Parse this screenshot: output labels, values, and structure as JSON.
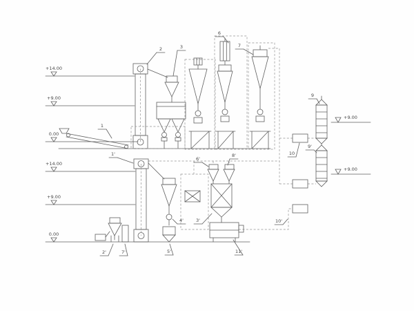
{
  "elevations": {
    "lt14": "+14.00",
    "lt9": "+9.00",
    "lt0": "0.00",
    "lb14": "+14.00",
    "lb9": "+9.00",
    "lb0": "0.00",
    "r_up": "+9.00",
    "r_dn": "+9.00"
  },
  "labels": {
    "n1": "1",
    "n2": "2",
    "n3": "3",
    "n6": "6",
    "n7": "7",
    "n9": "9",
    "n9p": "9'",
    "n10": "10",
    "n10p": "10'",
    "n1p": "1'",
    "n2p": "2'",
    "n3p": "3'",
    "n4p": "4'",
    "n5p": "5'",
    "n6p": "6'",
    "n7p": "7'",
    "n8p": "8'",
    "n11p": "11'"
  }
}
